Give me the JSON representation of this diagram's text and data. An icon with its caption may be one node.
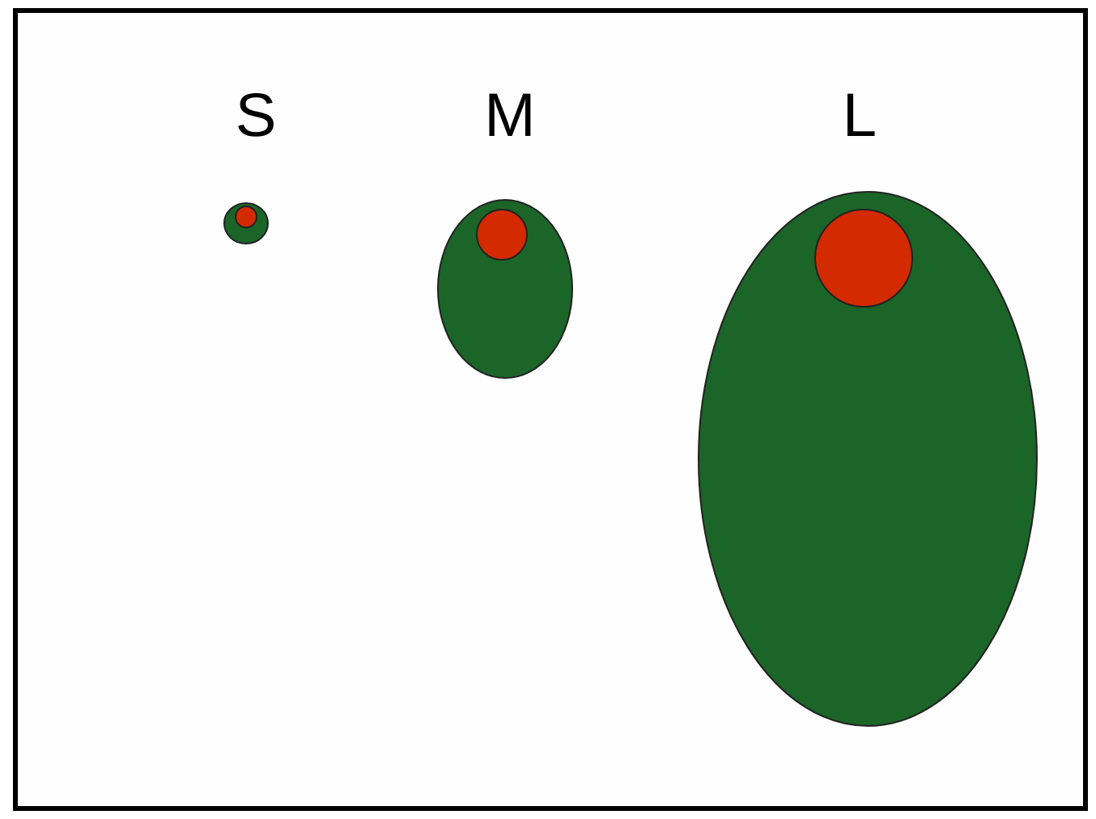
{
  "diagram": {
    "nodes": [
      {
        "text": [
          "S"
        ]
      },
      {
        "text": [],
        "shape": "circle",
        "in": 0
      },
      {
        "text": [
          "M"
        ]
      },
      {
        "text": [],
        "shape": "circle",
        "in": 2
      },
      {
        "text": [
          "L"
        ]
      },
      {
        "text": [],
        "shape": "circle",
        "in": 4
      }
    ]
  }
}
